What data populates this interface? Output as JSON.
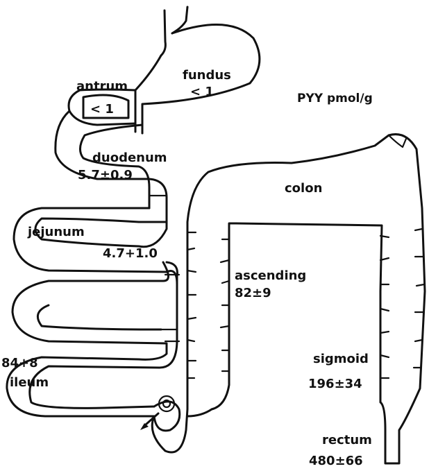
{
  "title": "PYY pmol/g",
  "regions": {
    "fundus": {
      "name": "fundus",
      "value": "< 1"
    },
    "antrum": {
      "name": "antrum",
      "value": "< 1"
    },
    "duodenum": {
      "name": "duodenum",
      "value": "5.7±0.9"
    },
    "jejunum": {
      "name": "jejunum",
      "value": "4.7+1.0"
    },
    "ileum": {
      "name": "ileum",
      "value": "84+8"
    },
    "colon": {
      "name": "colon"
    },
    "ascending": {
      "name": "ascending",
      "value": "82±9"
    },
    "sigmoid": {
      "name": "sigmoid",
      "value": "196±34"
    },
    "rectum": {
      "name": "rectum",
      "value": "480±66"
    }
  }
}
